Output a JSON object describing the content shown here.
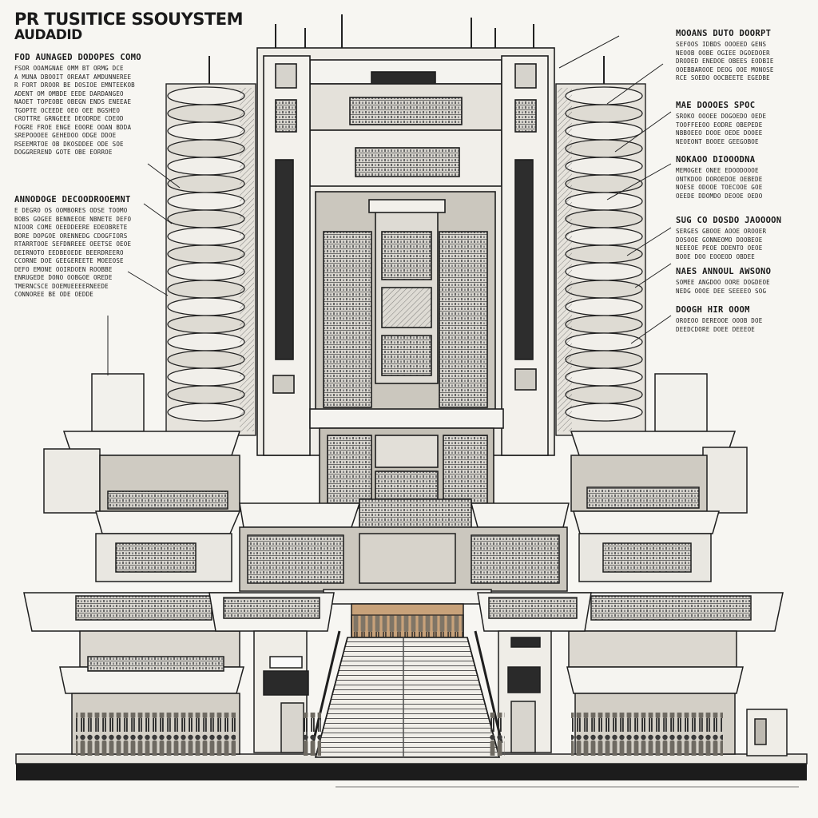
{
  "title": {
    "line1": "PR TUSITICE SSOUYSTEM",
    "line2": "AUDADID"
  },
  "left_blocks": [
    {
      "heading": "FOD AUNAGED DODOPES COMO",
      "lines": [
        "FSOR OOAMGNAE OMM BT ORMG DCE",
        "A MUNA DBOOIT OREAAT AMDUNNEREE",
        "R FORT DROOR BE DOSIOE EMNTEEKOB",
        "ADENT OM OMBDE EEDE DARDANGEO",
        "NAOET TOPEOBE OBEGN ENDS ENEEAE",
        "TGOPTE OCEEDE OEO OEE BGSHEO",
        "CROTTRE GRNGEEE DEODRDE CDEOD",
        "FOGRE FROE ENGE EOORE OOAN BDDA",
        "SREPOOOEE GEHEDOO ODGE DDOE",
        "RSEEMRTOE OB DKOSDDEE ODE SOE",
        "DOGGREREND GOTE OBE EORROE"
      ]
    },
    {
      "heading": "ANNODOGE DECOODROOEMNT",
      "lines": [
        "E DEGRO OS OOMBORES ODSE TOOMO",
        "BOBS GOGEE BENNEEOE NBNETE DEFO",
        "NIOOR COME OEEDDEERE EDEOBRETE",
        "BORE DOPGOE ORENNEDG CDOGFIORS",
        "RTARRTOOE SEFDNREEE OEETSE OEOE",
        "DEIRNOTO EEDBEOEDE BEERDREERO",
        "CCORNE DOE GEEGEREETE MOEEOSE",
        "DEFO EMONE OOIRDOEN ROOBBE",
        "ENRUGEDE DONO OOBGOE OREDE",
        "TMERNCSCE DOEMUEEEERNEEDE",
        "CONNOREE BE ODE OEDDE"
      ]
    }
  ],
  "right_blocks": [
    {
      "heading": "MOOANS DUTO DOORPT",
      "lines": [
        "SEFOOS IDBDS OOOEED GENS",
        "NEOOB OOBE OGIEE DGOEDOER",
        "DRODED ENEDOE OBEES EODBIE",
        "OOEBBAROOE DEOG OOE MONOSE",
        "RCE SOEDO OOCBEETE EGEDBE"
      ]
    },
    {
      "heading": "MAE DOOOES SPOC",
      "lines": [
        "SROKO OOOEE DOGOEDO OEDE",
        "TOOFFEEOO EODRE OBEPEDE",
        "NBBOEEO DOOE OEDE DOOEE",
        "NEOEONT BOOEE GEEGOBOE"
      ]
    },
    {
      "heading": "NOKAOO DIOOODNA",
      "lines": [
        "MEMOGEE ONEE EDOODOOOE",
        "ONTKDOO DOROEDOE OEBEDE",
        "NOESE ODOOE TOECOOE GOE",
        "OEEDE DDOMDO DEOOE OEDO"
      ]
    },
    {
      "heading": "SUG CO DOSDO JAOOOON",
      "lines": [
        "SERGES GBOOE AOOE OROOER",
        "DOSOOE GONNEOMO DOOBEOE",
        "NEEEOE PEOE DDENTO OEOE",
        "BOOE DOO EOOEOD OBDEE"
      ]
    },
    {
      "heading": "NAES ANNOUL AWSONO",
      "lines": [
        "SOMEE ANGDOO OORE DOGDEOE",
        "NEDG OOOE DEE SEEEEO SOG"
      ]
    },
    {
      "heading": "DOOGH HIR OOOM",
      "lines": [
        "OROEOO DEREOOE OOOB DOE",
        "DEEDCDORE DOEE DEEEOE"
      ]
    }
  ],
  "colors": {
    "paper": "#f7f6f2",
    "ink": "#1a1a1a",
    "panel": "#eceae4",
    "shade": "#b9b6ae",
    "dark_screen": "#2a2a2a",
    "warm_interior": "#c8a27a"
  }
}
